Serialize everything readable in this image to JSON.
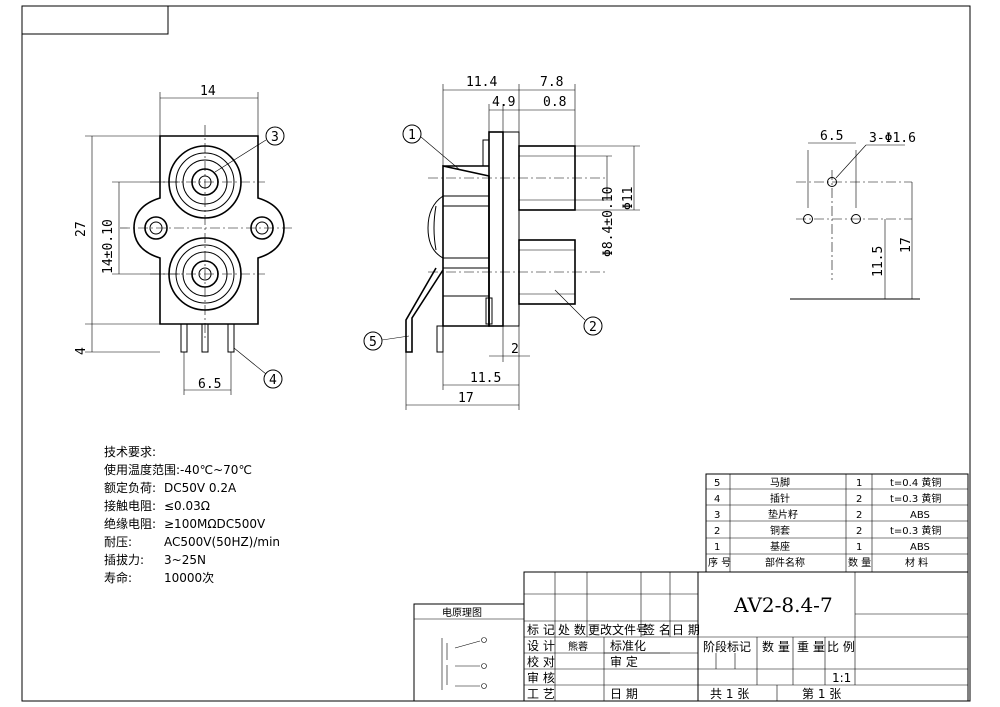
{
  "front_view": {
    "dim_width": "14",
    "dim_height": "27",
    "dim_pitch": "14±0.10",
    "dim_pin_len": "4",
    "dim_pin_pitch": "6.5",
    "balloon_3": "3",
    "balloon_4": "4"
  },
  "side_view": {
    "dim_11_4": "11.4",
    "dim_7_8": "7.8",
    "dim_4_9": "4.9",
    "dim_0_8": "0.8",
    "dim_dia_8_4": "Φ8.4±0.10",
    "dim_dia_11": "Φ11",
    "dim_2": "2",
    "dim_11_5": "11.5",
    "dim_17": "17",
    "balloon_1": "1",
    "balloon_2": "2",
    "balloon_5": "5"
  },
  "hole_view": {
    "dim_6_5": "6.5",
    "dim_holes": "3-Φ1.6",
    "dim_11_5": "11.5",
    "dim_17": "17"
  },
  "tech": {
    "heading": "技术要求:",
    "rows": [
      {
        "label": "使用温度范围:-40℃~70℃",
        "value": ""
      },
      {
        "label": "额定负荷:",
        "value": "DC50V 0.2A"
      },
      {
        "label": "接触电阻:",
        "value": "≤0.03Ω"
      },
      {
        "label": "绝缘电阻:",
        "value": "≥100MΩDC500V"
      },
      {
        "label": "耐压:",
        "value": "AC500V(50HZ)/min"
      },
      {
        "label": "插拔力:",
        "value": "3~25N"
      },
      {
        "label": "寿命:",
        "value": "10000次"
      }
    ]
  },
  "bom": {
    "rows": [
      {
        "no": "5",
        "name": "马脚",
        "qty": "1",
        "mat": "t=0.4 黄铜"
      },
      {
        "no": "4",
        "name": "插针",
        "qty": "2",
        "mat": "t=0.3 黄铜"
      },
      {
        "no": "3",
        "name": "垫片籽",
        "qty": "2",
        "mat": "ABS"
      },
      {
        "no": "2",
        "name": "铜套",
        "qty": "2",
        "mat": "t=0.3 黄铜"
      },
      {
        "no": "1",
        "name": "基座",
        "qty": "1",
        "mat": "ABS"
      }
    ],
    "header": {
      "no": "序 号",
      "name": "部件名称",
      "qty": "数 量",
      "mat": "材 料"
    }
  },
  "title_block": {
    "part_no": "AV2-8.4-7",
    "schematic": "电原理图",
    "r1": [
      "标 记",
      "处 数",
      "更改文件号",
      "签 名",
      "日 期"
    ],
    "design": "设 计",
    "design_who": "熊蓉",
    "std": "标准化",
    "check": "校 对",
    "approve_hint": "审 定",
    "review": "审 核",
    "craft": "工 艺",
    "date": "日 期",
    "stage": "阶段标记",
    "qty": "数 量",
    "weight": "重 量",
    "scale_lbl": "比 例",
    "scale": "1:1",
    "total": "共 1 张",
    "sheet": "第 1 张"
  }
}
